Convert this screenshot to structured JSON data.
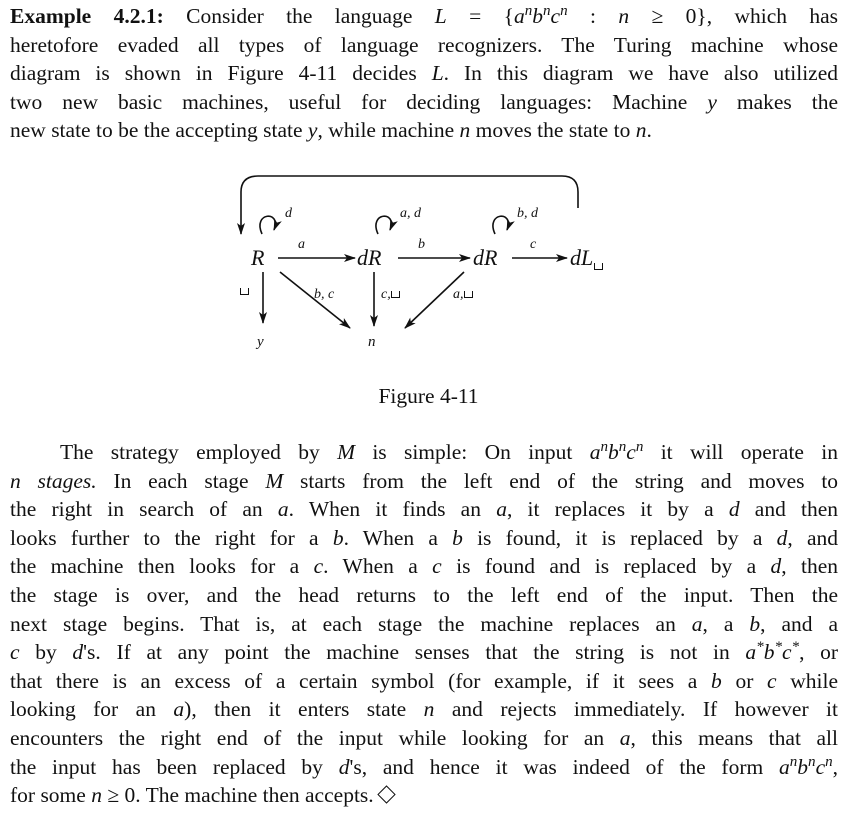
{
  "paragraph1": {
    "line1": {
      "example_label": "Example 4.2.1:",
      "text1": "Consider the language",
      "language_symbol": "L",
      "equals": "=",
      "set_open": "{",
      "set_a": "a",
      "set_b": "b",
      "set_c": "c",
      "sup_n": "n",
      "set_colon": ":",
      "set_n": "n",
      "set_geq": "≥",
      "set_zero": "0",
      "set_close": "},",
      "text2": "which has"
    },
    "line2": "heretofore evaded all types of language recognizers. The Turing machine whose",
    "line3": {
      "text1": "diagram is shown in Figure 4-11 decides",
      "L": "L",
      "text2": ". In this diagram we have also utilized"
    },
    "line4": {
      "text1": "two new basic machines, useful for deciding languages: Machine",
      "y": "y",
      "text2": "makes the"
    },
    "line5": {
      "text1": "new state to be the accepting state",
      "y": "y",
      "text2": ", while machine",
      "n": "n",
      "text3": "moves the state to",
      "n2": "n",
      "text4": "."
    }
  },
  "diagram": {
    "nodes": {
      "R": "R",
      "dR1": "dR",
      "dR2": "dR",
      "dL": "dL",
      "y": "y",
      "n": "n"
    },
    "edge_labels": {
      "R_loop": "d",
      "dR1_loop": "a, d",
      "dR2_loop": "b, d",
      "R_to_dR1": "a",
      "dR1_to_dR2": "b",
      "dR2_to_dL": "c",
      "R_to_n": "b, c",
      "dR1_to_n": "c,",
      "dR2_to_n": "a,"
    }
  },
  "caption": "Figure 4-11",
  "paragraph2": {
    "line1": {
      "text1": "The strategy employed by",
      "M": "M",
      "text2": "is simple: On input",
      "a": "a",
      "b": "b",
      "c": "c",
      "sup": "n",
      "text3": "it will operate in"
    },
    "line2": {
      "n": "n",
      "stages": "stages.",
      "text1": "In each stage",
      "M": "M",
      "text2": "starts from the left end of the string and moves to"
    },
    "line3": {
      "text1": "the right in search of an",
      "a": "a",
      "text2": ". When it finds an",
      "a2": "a",
      "text3": ", it replaces it by a",
      "d": "d",
      "text4": "and then"
    },
    "line4": {
      "text1": "looks further to the right for a",
      "b": "b",
      "text2": ". When a",
      "b2": "b",
      "text3": "is found, it is replaced by a",
      "d": "d",
      "text4": ", and"
    },
    "line5": {
      "text1": "the machine then looks for a",
      "c": "c",
      "text2": ". When a",
      "c2": "c",
      "text3": "is found and is replaced by a",
      "d": "d",
      "text4": ", then"
    },
    "line6": "the stage is over, and the head returns to the left end of the input. Then the",
    "line7": {
      "text1": "next stage begins. That is, at each stage the machine replaces an",
      "a": "a",
      "text2": ", a",
      "b": "b",
      "text3": ", and a"
    },
    "line8": {
      "c": "c",
      "text1": "by",
      "d": "d",
      "text2": "'s. If at any point the machine senses that the string is not in",
      "a": "a",
      "b": "b",
      "c2": "c",
      "star": "*",
      "text3": ", or"
    },
    "line9": {
      "text1": "that there is an excess of a certain symbol (for example, if it sees a",
      "b": "b",
      "text2": "or",
      "c": "c",
      "text3": "while"
    },
    "line10": {
      "text1": "looking for an",
      "a": "a",
      "text2": "), then it enters state",
      "n": "n",
      "text3": "and rejects immediately. If however it"
    },
    "line11": {
      "text1": "encounters the right end of the input while looking for an",
      "a": "a",
      "text2": ", this means that all"
    },
    "line12": {
      "text1": "the input has been replaced by",
      "d": "d",
      "text2": "'s, and hence it was indeed of the form",
      "a": "a",
      "b": "b",
      "c": "c",
      "sup": "n",
      "text3": ","
    },
    "line13": {
      "text1": "for some",
      "n": "n",
      "geq": "≥",
      "zero": "0",
      "text2": ". The machine then accepts."
    }
  }
}
